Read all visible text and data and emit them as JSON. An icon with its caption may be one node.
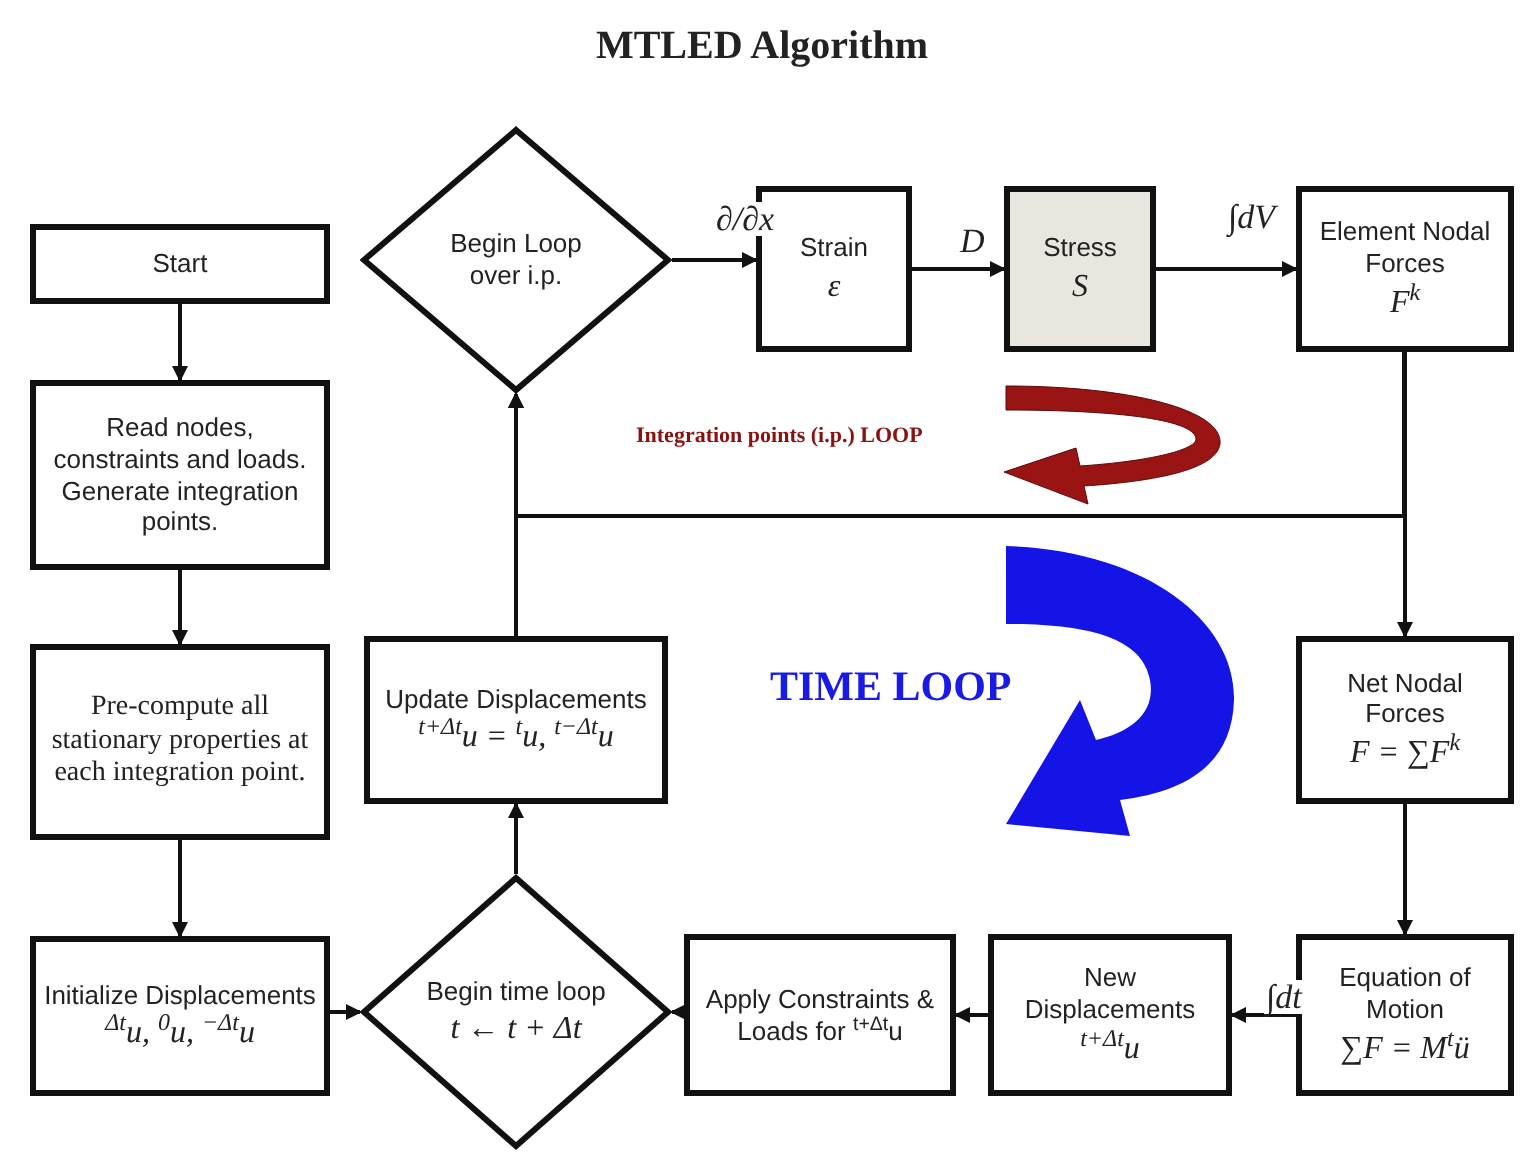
{
  "diagram": {
    "title": "MTLED Algorithm",
    "nodes": [
      {
        "text": [
          "Start"
        ]
      },
      {
        "text": [
          "Read nodes, constraints and loads. Generate integration points."
        ]
      },
      {
        "text": [
          "Pre-compute all stationary properties at each integration point."
        ]
      },
      {
        "text": [
          "Initialize Displacements",
          "$^{Δt}$u, $^{0}$u, $^{−Δt}$u"
        ]
      },
      {
        "text": [
          "Begin time loop",
          "t ← t + Δt"
        ]
      },
      {
        "text": [
          "Apply Constraints & Loads for $^{t+Δt}$u"
        ]
      },
      {
        "text": [
          "New Displacements",
          "$^{t+Δt}$u"
        ]
      },
      {
        "text": [
          "Equation of Motion",
          "∑F = M$^{t}$ü"
        ]
      },
      {
        "text": [
          "Net Nodal Forces",
          "F = ∑F$^{k}$"
        ]
      },
      {
        "text": [
          "Element Nodal Forces",
          "F$^{k}$"
        ]
      },
      {
        "text": [
          "Stress",
          "S"
        ]
      },
      {
        "text": [
          "Strain",
          "ε"
        ]
      },
      {
        "text": [
          "Begin Loop over i.p."
        ]
      },
      {
        "text": [
          "Update Displacements",
          "$^{t+Δt}$u = $^{t}$u, $^{t−Δt}$u"
        ]
      }
    ],
    "edges": [
      {
        "from": 0,
        "to": 1,
        "arrow": "to"
      },
      {
        "from": 1,
        "to": 2,
        "arrow": "to"
      },
      {
        "from": 2,
        "to": 3,
        "arrow": "to"
      },
      {
        "from": 3,
        "to": 4,
        "arrow": "to"
      },
      {
        "from": 5,
        "to": 4,
        "arrow": "to"
      },
      {
        "from": 6,
        "to": 5,
        "arrow": "to"
      },
      {
        "from": 7,
        "to": 6,
        "arrow": "to",
        "label": "∫dt"
      },
      {
        "from": 8,
        "to": 7,
        "arrow": "to"
      },
      {
        "from": 9,
        "to": 8,
        "arrow": "to"
      },
      {
        "from": 10,
        "to": 9,
        "arrow": "to",
        "label": "∫dV"
      },
      {
        "from": 11,
        "to": 10,
        "arrow": "to",
        "label": "D"
      },
      {
        "from": 12,
        "to": 11,
        "arrow": "to",
        "label": "∂/∂x"
      },
      {
        "from": 4,
        "to": 13,
        "arrow": "to"
      },
      {
        "from": 13,
        "to": 12,
        "arrow": "to"
      },
      {
        "from": 9,
        "to": 12,
        "arrow": "to"
      }
    ],
    "labels": [
      "Integration points (i.p.) LOOP",
      "TIME LOOP"
    ]
  }
}
